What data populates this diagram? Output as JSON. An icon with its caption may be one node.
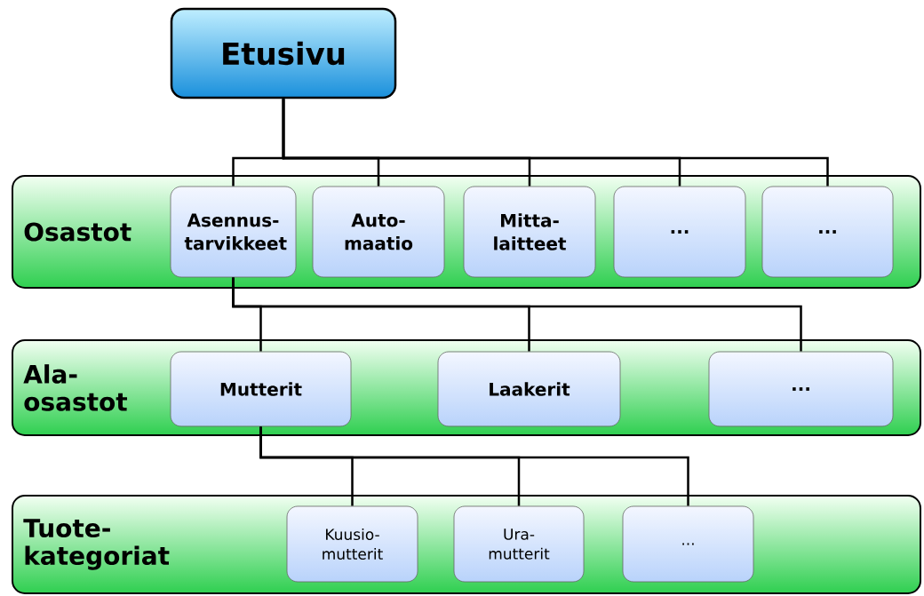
{
  "diagram": {
    "nodes": [
      {
        "text": [
          "Etusivu"
        ]
      },
      {
        "text": [
          "Osastot"
        ]
      },
      {
        "text": [
          "Asennus- tarvikkeet"
        ],
        "in": 1
      },
      {
        "text": [
          "Auto- maatio"
        ],
        "in": 1
      },
      {
        "text": [
          "Mitta- laitteet"
        ],
        "in": 1
      },
      {
        "text": [
          "..."
        ],
        "in": 1
      },
      {
        "text": [
          "..."
        ],
        "in": 1
      },
      {
        "text": [
          "Ala- osastot"
        ]
      },
      {
        "text": [
          "Mutterit"
        ],
        "in": 7
      },
      {
        "text": [
          "Laakerit"
        ],
        "in": 7
      },
      {
        "text": [
          "..."
        ],
        "in": 7
      },
      {
        "text": [
          "Tuote- kategoriat"
        ]
      },
      {
        "text": [
          "Kuusio- mutterit"
        ],
        "in": 11
      },
      {
        "text": [
          "Ura- mutterit"
        ],
        "in": 11
      },
      {
        "text": [
          "..."
        ],
        "in": 11
      }
    ],
    "edges": [
      {
        "from": 0,
        "to": 2,
        "arrow": "none"
      },
      {
        "from": 0,
        "to": 3,
        "arrow": "none"
      },
      {
        "from": 0,
        "to": 4,
        "arrow": "none"
      },
      {
        "from": 0,
        "to": 5,
        "arrow": "none"
      },
      {
        "from": 0,
        "to": 6,
        "arrow": "none"
      },
      {
        "from": 2,
        "to": 8,
        "arrow": "none"
      },
      {
        "from": 2,
        "to": 9,
        "arrow": "none"
      },
      {
        "from": 2,
        "to": 10,
        "arrow": "none"
      },
      {
        "from": 8,
        "to": 12,
        "arrow": "none"
      },
      {
        "from": 8,
        "to": 13,
        "arrow": "none"
      },
      {
        "from": 8,
        "to": 14,
        "arrow": "none"
      }
    ]
  }
}
